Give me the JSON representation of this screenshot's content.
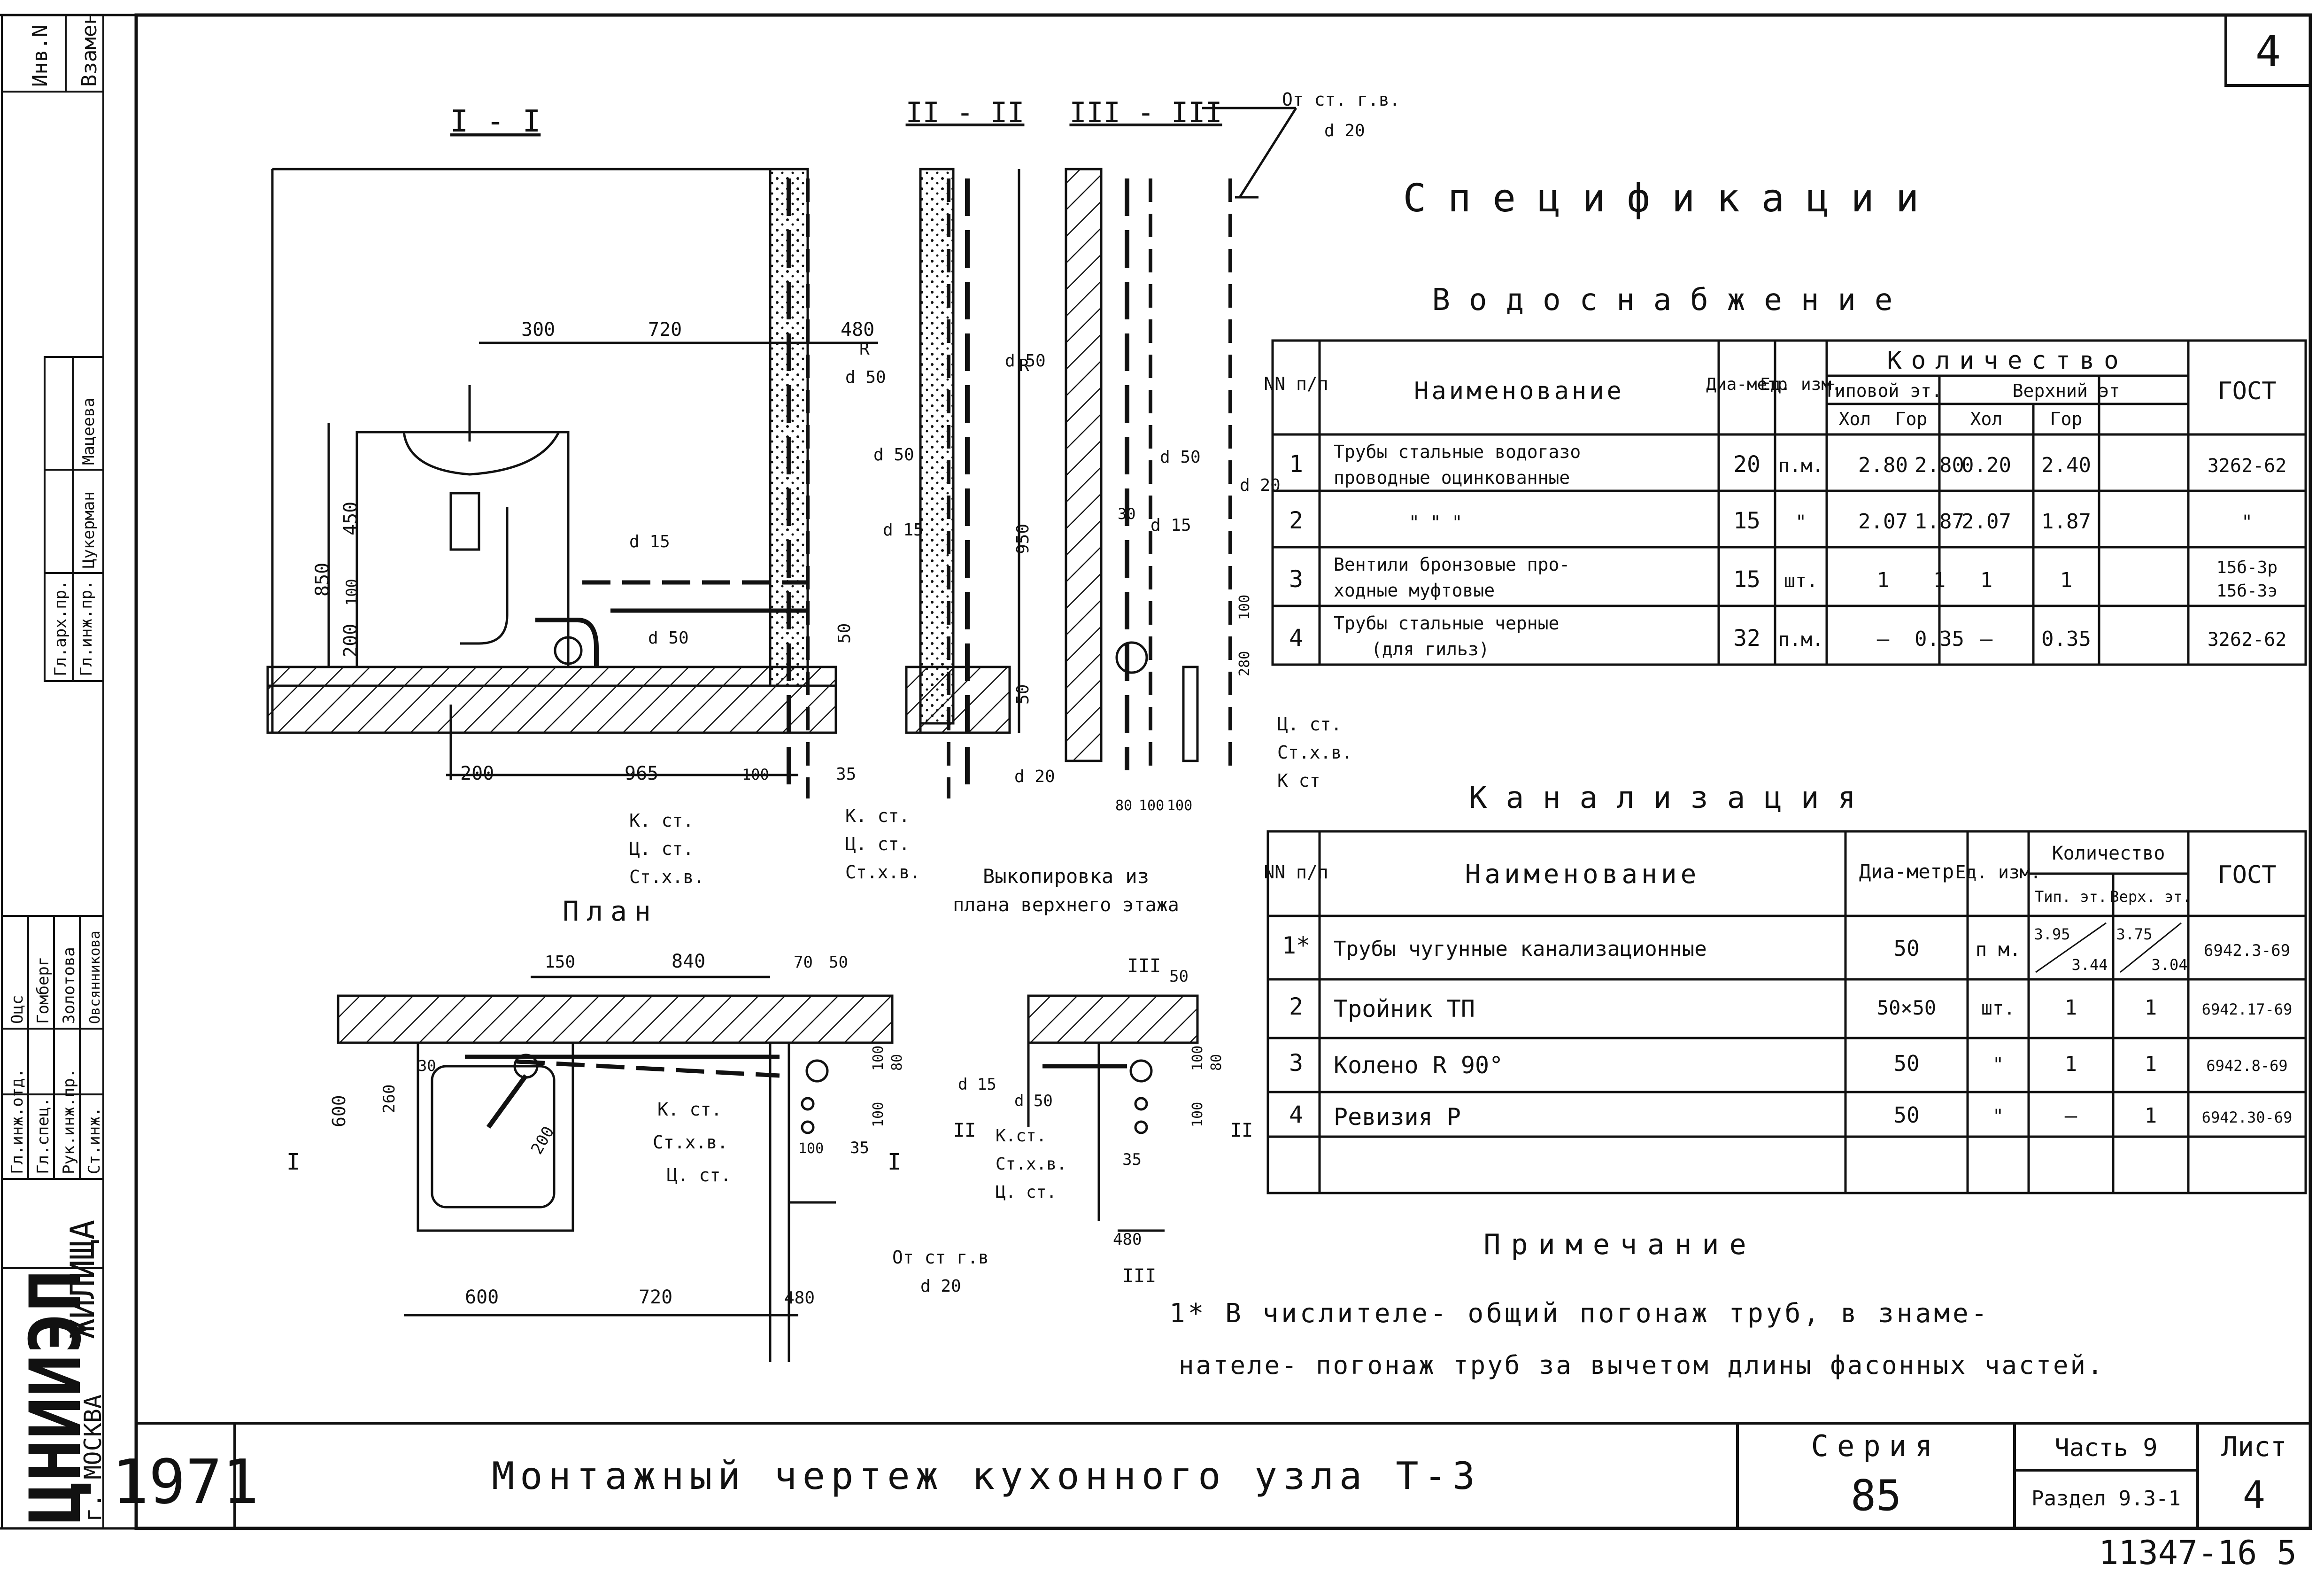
{
  "sheet": {
    "corner_number": "4",
    "bottom_numbers": "11347-16  5"
  },
  "side_stamp": {
    "inv_label": "Инв.N",
    "vzamen_label": "Взамен",
    "org": "ЦНИИЭП",
    "org_full": "ЖИЛИЩА",
    "city": "г. МОСКВА",
    "signers": [
      {
        "role": "Гл.инж.отд.",
        "name": "Оцс"
      },
      {
        "role": "Гл.спец.",
        "name": "Гомберг"
      },
      {
        "role": "Рук.инж.пр.",
        "name": "Золотова"
      },
      {
        "role": "Ст.инж.",
        "name": "Овсянникова"
      },
      {
        "role": "Гл.арх.пр.",
        "name": "Мацеева"
      },
      {
        "role": "Гл.инж.пр.",
        "name": "Цукерман"
      }
    ]
  },
  "title_block": {
    "year": "1971",
    "title": "Монтажный чертеж кухонного узла Т-3",
    "series_label": "Серия",
    "series_value": "85",
    "part": "Часть 9",
    "section": "Раздел 9.3-1",
    "sheet_label": "Лист",
    "sheet_value": "4"
  },
  "drawings": {
    "section_1": "I - I",
    "section_2": "II - II",
    "section_3": "III - III",
    "plan_title": "План",
    "copy_title_line1": "Выкопировка из",
    "copy_title_line2": "плана верхнего этажа",
    "note_riser_top": "От ст. г.в.",
    "note_riser_top_d": "d 20",
    "note_riser_bottom": "От ст г.в",
    "note_riser_bottom_d": "d 20",
    "dims_s1": [
      "300",
      "720",
      "480",
      "850",
      "450",
      "100",
      "200",
      "200",
      "965",
      "100",
      "35",
      "50",
      "d 15",
      "d 50"
    ],
    "dims_s2": [
      "R",
      "d 50",
      "R",
      "d 50",
      "d 50",
      "d 15",
      "950",
      "50",
      "d 20"
    ],
    "dims_s3": [
      "d 50",
      "30",
      "d 15",
      "d 20",
      "100",
      "280",
      "80",
      "100",
      "100"
    ],
    "riser_labels": [
      "К. ст.",
      "Ц. ст.",
      "Ст.х.в."
    ],
    "riser_labels_s3": [
      "Ц. ст.",
      "Ст.х.в.",
      "К ст"
    ],
    "dims_plan": [
      "150",
      "840",
      "70",
      "50",
      "30",
      "260",
      "600",
      "200",
      "600",
      "720",
      "480",
      "100",
      "100",
      "80",
      "100",
      "35"
    ],
    "plan_riser_labels": [
      "К. ст.",
      "Ст.х.в.",
      "Ц. ст."
    ],
    "dims_copy": [
      "50",
      "d 15",
      "d 50",
      "100",
      "100",
      "80",
      "35",
      "480"
    ],
    "copy_riser_labels": [
      "К.ст.",
      "Ст.х.в.",
      "Ц. ст."
    ],
    "markers": [
      "I",
      "I",
      "II",
      "II",
      "III",
      "III"
    ]
  },
  "spec": {
    "title": "Спецификации",
    "water": {
      "title": "Водоснабжение",
      "h_nn": "NN п/п",
      "h_name": "Наименование",
      "h_dia": "Диа-метр",
      "h_unit": "Ед. изм.",
      "h_qty": "Количество",
      "h_typ": "Типовой эт.",
      "h_top": "Верхний эт",
      "h_cold": "Хол",
      "h_hot": "Гор",
      "h_gost": "ГОСТ",
      "rows": [
        {
          "n": "1",
          "name1": "Трубы стальные водогазо",
          "name2": "проводные оцинкованные",
          "dia": "20",
          "unit": "п.м.",
          "a": "2.80",
          "b": "2.80",
          "c": "0.20",
          "d": "2.40",
          "gost1": "3262-62",
          "gost2": ""
        },
        {
          "n": "2",
          "name1": "\"          \"          \"",
          "name2": "",
          "dia": "15",
          "unit": "\"",
          "a": "2.07",
          "b": "1.87",
          "c": "2.07",
          "d": "1.87",
          "gost1": "\"",
          "gost2": ""
        },
        {
          "n": "3",
          "name1": "Вентили бронзовые про-",
          "name2": "ходные муфтовые",
          "dia": "15",
          "unit": "шт.",
          "a": "1",
          "b": "1",
          "c": "1",
          "d": "1",
          "gost1": "15б-3р",
          "gost2": "15б-3э"
        },
        {
          "n": "4",
          "name1": "Трубы стальные черные",
          "name2": "(для гильз)",
          "dia": "32",
          "unit": "п.м.",
          "a": "—",
          "b": "0.35",
          "c": "—",
          "d": "0.35",
          "gost1": "3262-62",
          "gost2": ""
        }
      ]
    },
    "sewer": {
      "title": "Канализация",
      "h_nn": "NN п/п",
      "h_name": "Наименование",
      "h_dia": "Диа-метр",
      "h_unit": "Ед. изм.",
      "h_qty": "Количество",
      "h_typ": "Тип. эт.",
      "h_top": "Верх. эт.",
      "h_gost": "ГОСТ",
      "rows": [
        {
          "n": "1*",
          "name": "Трубы чугунные канализационные",
          "dia": "50",
          "unit": "п м.",
          "a1": "3.95",
          "a2": "3.44",
          "b1": "3.75",
          "b2": "3.04",
          "gost": "6942.3-69"
        },
        {
          "n": "2",
          "name": "Тройник   ТП",
          "dia": "50×50",
          "unit": "шт.",
          "a1": "1",
          "a2": "",
          "b1": "1",
          "b2": "",
          "gost": "6942.17-69"
        },
        {
          "n": "3",
          "name": "Колено   R 90°",
          "dia": "50",
          "unit": "\"",
          "a1": "1",
          "a2": "",
          "b1": "1",
          "b2": "",
          "gost": "6942.8-69"
        },
        {
          "n": "4",
          "name": "Ревизия   Р",
          "dia": "50",
          "unit": "\"",
          "a1": "—",
          "a2": "",
          "b1": "1",
          "b2": "",
          "gost": "6942.30-69"
        }
      ]
    },
    "note_title": "Примечание",
    "note_line1": "1*  В числителе- общий погонаж труб, в знаме-",
    "note_line2": "нателе- погонаж труб за вычетом длины фасонных частей."
  }
}
